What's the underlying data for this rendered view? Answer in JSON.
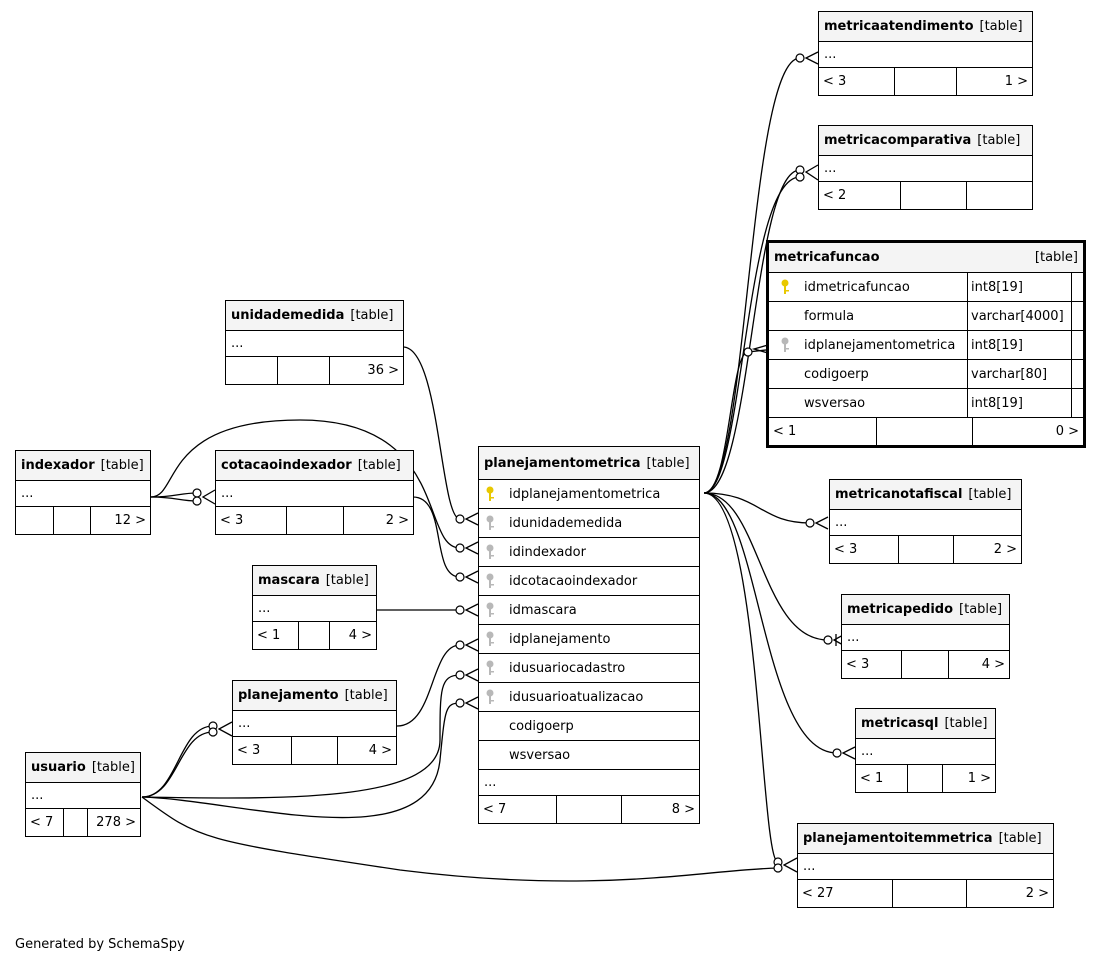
{
  "footer": {
    "generated": "Generated by SchemaSpy"
  },
  "tables": {
    "metricaatendimento": {
      "name": "metricaatendimento",
      "tag": "[table]",
      "cols": "...",
      "f1": "< 3",
      "f2": "",
      "f3": "1 >"
    },
    "metricacomparativa": {
      "name": "metricacomparativa",
      "tag": "[table]",
      "cols": "...",
      "f1": "< 2",
      "f2": "",
      "f3": ""
    },
    "metricafuncao": {
      "name": "metricafuncao",
      "tag": "[table]",
      "columns": [
        {
          "name": "idmetricafuncao",
          "type": "int8[19]",
          "key": "primary"
        },
        {
          "name": "formula",
          "type": "varchar[4000]",
          "key": "none"
        },
        {
          "name": "idplanejamentometrica",
          "type": "int8[19]",
          "key": "foreign"
        },
        {
          "name": "codigoerp",
          "type": "varchar[80]",
          "key": "none"
        },
        {
          "name": "wsversao",
          "type": "int8[19]",
          "key": "none"
        }
      ],
      "f1": "< 1",
      "f2": "",
      "f3": "0 >"
    },
    "unidademedida": {
      "name": "unidademedida",
      "tag": "[table]",
      "cols": "...",
      "f1": "",
      "f2": "",
      "f3": "36 >"
    },
    "indexador": {
      "name": "indexador",
      "tag": "[table]",
      "cols": "...",
      "f1": "",
      "f2": "",
      "f3": "12 >"
    },
    "cotacaoindexador": {
      "name": "cotacaoindexador",
      "tag": "[table]",
      "cols": "...",
      "f1": "< 3",
      "f2": "",
      "f3": "2 >"
    },
    "mascara": {
      "name": "mascara",
      "tag": "[table]",
      "cols": "...",
      "f1": "< 1",
      "f2": "",
      "f3": "4 >"
    },
    "planejamento": {
      "name": "planejamento",
      "tag": "[table]",
      "cols": "...",
      "f1": "< 3",
      "f2": "",
      "f3": "4 >"
    },
    "usuario": {
      "name": "usuario",
      "tag": "[table]",
      "cols": "...",
      "f1": "< 7",
      "f2": "",
      "f3": "278 >"
    },
    "planejamentometrica": {
      "name": "planejamentometrica",
      "tag": "[table]",
      "columns": [
        {
          "name": "idplanejamentometrica",
          "key": "primary"
        },
        {
          "name": "idunidademedida",
          "key": "foreign"
        },
        {
          "name": "idindexador",
          "key": "foreign"
        },
        {
          "name": "idcotacaoindexador",
          "key": "foreign"
        },
        {
          "name": "idmascara",
          "key": "foreign"
        },
        {
          "name": "idplanejamento",
          "key": "foreign"
        },
        {
          "name": "idusuariocadastro",
          "key": "foreign"
        },
        {
          "name": "idusuarioatualizacao",
          "key": "foreign"
        },
        {
          "name": "codigoerp",
          "key": "none"
        },
        {
          "name": "wsversao",
          "key": "none"
        },
        {
          "name": "...",
          "key": "none"
        }
      ],
      "f1": "< 7",
      "f2": "",
      "f3": "8 >"
    },
    "metricanotafiscal": {
      "name": "metricanotafiscal",
      "tag": "[table]",
      "cols": "...",
      "f1": "< 3",
      "f2": "",
      "f3": "2 >"
    },
    "metricapedido": {
      "name": "metricapedido",
      "tag": "[table]",
      "cols": "...",
      "f1": "< 3",
      "f2": "",
      "f3": "4 >"
    },
    "metricasql": {
      "name": "metricasql",
      "tag": "[table]",
      "cols": "...",
      "f1": "< 1",
      "f2": "",
      "f3": "1 >"
    },
    "planejamentoitemmetrica": {
      "name": "planejamentoitemmetrica",
      "tag": "[table]",
      "cols": "...",
      "f1": "< 27",
      "f2": "",
      "f3": "2 >"
    }
  },
  "colors": {
    "primary_key": "#e8c800",
    "foreign_key": "#b8b8b8",
    "header_bg": "#f4f4f4"
  },
  "icons": {
    "primary": "primary-key-icon",
    "foreign": "foreign-key-icon"
  }
}
